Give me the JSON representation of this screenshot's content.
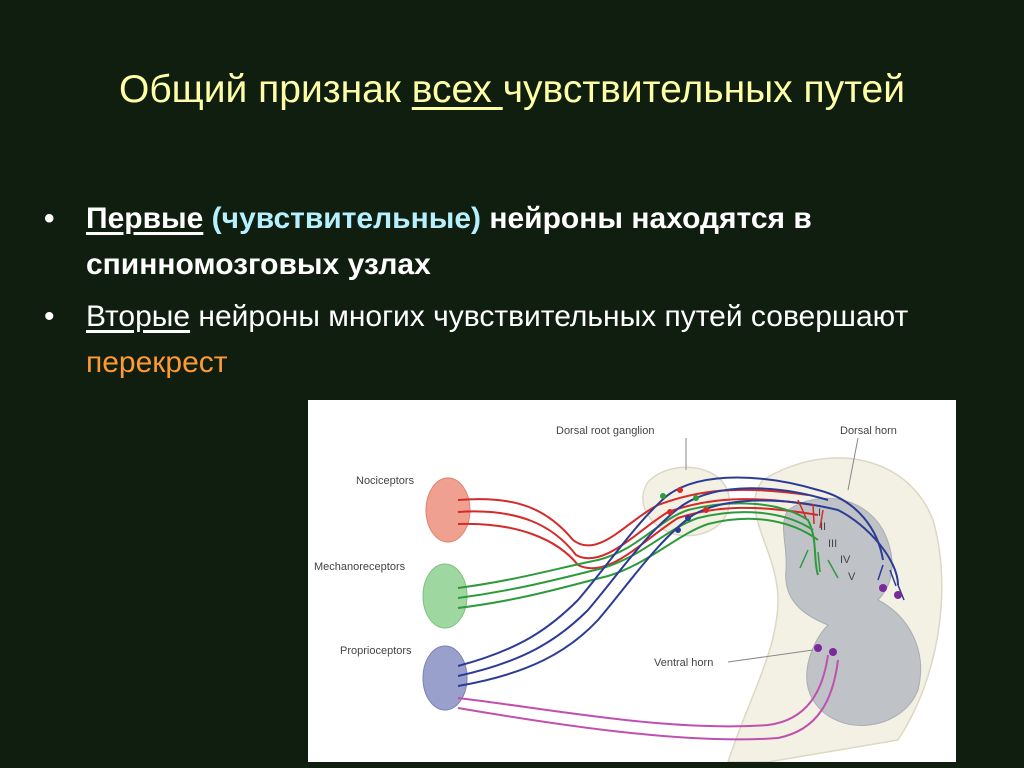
{
  "slide": {
    "title_part1": "Общий признак ",
    "title_emph": "всех ",
    "title_part2": "чувствительных путей",
    "bullets": [
      {
        "marker": "•",
        "seg1": "Первые",
        "seg2": " ",
        "seg3": "(чувствительные)",
        "seg4": " нейроны находятся в спинномозговых узлах"
      },
      {
        "marker": "•",
        "seg1": "Вторые",
        "seg2": " нейроны многих чувствительных путей совершают ",
        "seg3": "перекрест"
      }
    ]
  },
  "figure": {
    "labels": {
      "nociceptors": "Nociceptors",
      "mechanoreceptors": "Mechanoreceptors",
      "proprioceptors": "Proprioceptors",
      "drg": "Dorsal root ganglion",
      "dorsal_horn": "Dorsal horn",
      "ventral_horn": "Ventral horn",
      "lamina_1": "I",
      "lamina_2": "II",
      "lamina_3": "III",
      "lamina_4": "IV",
      "lamina_5": "V"
    },
    "colors": {
      "noci": "#d42a2a",
      "mechano": "#2f9a3c",
      "proprio": "#2c3c94",
      "crossing": "#c050b0",
      "gray_matter": "#bfc2c6",
      "cord_bg": "#f3f1e4"
    }
  }
}
